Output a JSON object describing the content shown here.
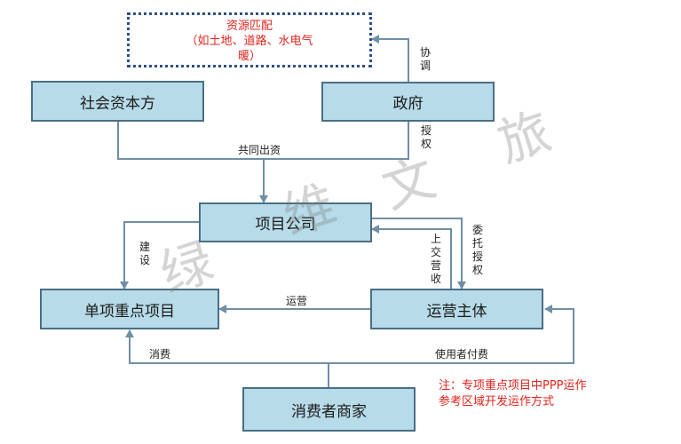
{
  "colors": {
    "node_fill": "#b7dbe8",
    "node_border": "#4a6f86",
    "line": "#6f8fa6",
    "note": "#e0241d",
    "dotted_border": "#2f4d8a"
  },
  "resource_box": {
    "line1": "资源匹配",
    "line2": "（如土地、道路、水电气",
    "line3": "暖）"
  },
  "nodes": {
    "social_capital": "社会资本方",
    "government": "政府",
    "project_company": "项目公司",
    "key_project": "单项重点项目",
    "operator": "运营主体",
    "consumer_merchant": "消费者商家"
  },
  "edges": {
    "coordinate": "协调",
    "authorize": "授权",
    "co_invest": "共同出资",
    "build": "建设",
    "turn_over_revenue": "上交营收",
    "entrust_authorize": "委托授权",
    "operate": "运营",
    "consume": "消费",
    "user_pays": "使用者付费"
  },
  "note": {
    "line1": "注：专项重点项目中PPP运作",
    "line2": "参考区域开发运作方式"
  },
  "watermark": [
    "绿",
    "维",
    "文",
    "旅"
  ]
}
